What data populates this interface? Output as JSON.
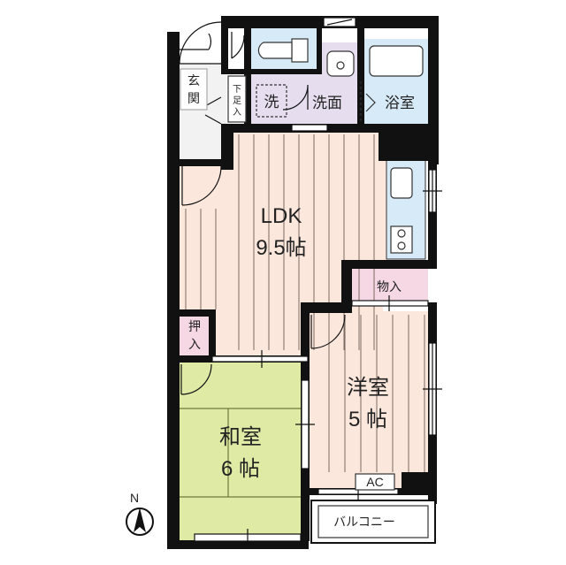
{
  "rooms": {
    "ldk": {
      "name": "LDK",
      "size": "9.5帖"
    },
    "washitsu": {
      "name": "和室",
      "size": "6 帖"
    },
    "youshitsu": {
      "name": "洋室",
      "size": "5 帖"
    },
    "bath": {
      "name": "浴室"
    },
    "senmen": {
      "name": "洗面"
    },
    "sentaku": {
      "name": "洗"
    },
    "genkan": {
      "chars": [
        "玄",
        "関"
      ]
    },
    "getabako": {
      "chars": [
        "下",
        "足",
        "入"
      ]
    },
    "oshiire": {
      "chars": [
        "押",
        "入"
      ]
    },
    "monoire": {
      "name": "物入"
    },
    "ac": {
      "name": "AC"
    },
    "balcony": {
      "name": "バルコニー"
    }
  },
  "compass": {
    "label": "N"
  },
  "colors": {
    "wall": "#111111",
    "wood_floor": "#fce7dc",
    "wood_lines": "#7a6a62",
    "tatami": "#dfeaa5",
    "tatami_lines": "#6f7a3c",
    "wet_area": "#d6eaf7",
    "senmen_floor": "#e6ddef",
    "storage": "#f6d7e4",
    "genkan_floor": "#f2f2f2"
  }
}
